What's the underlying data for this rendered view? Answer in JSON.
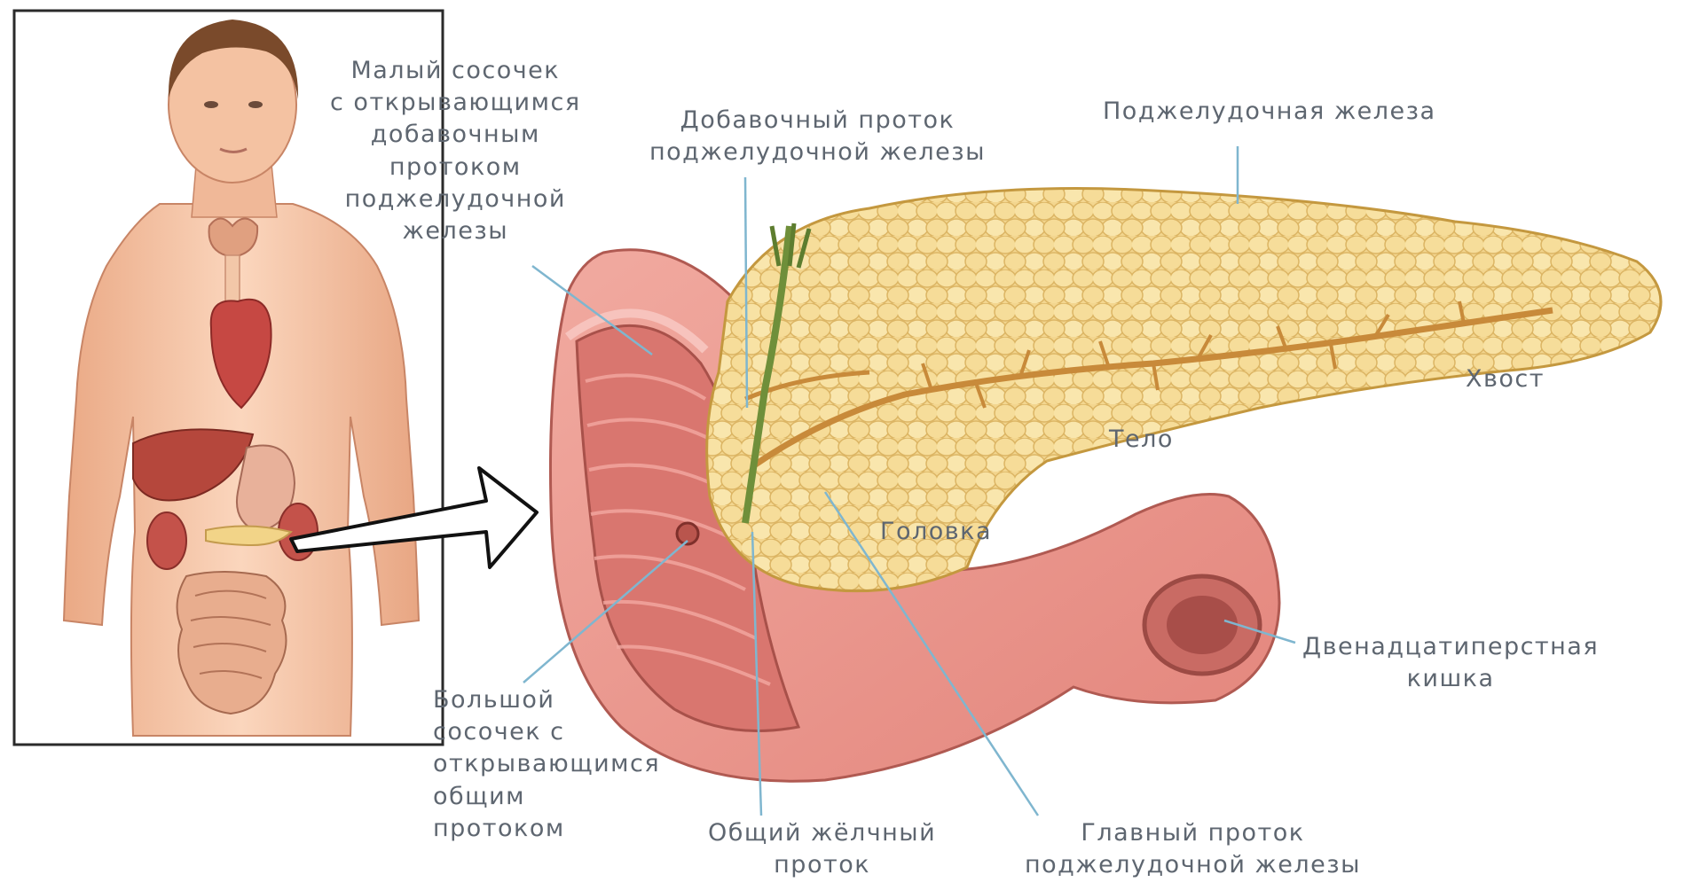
{
  "labels": {
    "minor_papilla": [
      "Малый сосочек",
      "с открывающимся",
      "добавочным",
      "протоком",
      "поджелудочной",
      "железы"
    ],
    "accessory_duct": [
      "Добавочный проток",
      "поджелудочной железы"
    ],
    "pancreas": "Поджелудочная железа",
    "tail": "Хвост",
    "body": "Тело",
    "head": "Головка",
    "duodenum": [
      "Двенадцатиперстная",
      "кишка"
    ],
    "major_papilla": [
      "Большой",
      "сосочек с",
      "открывающимся",
      "общим",
      "протоком"
    ],
    "common_bile_duct": [
      "Общий жёлчный",
      "проток"
    ],
    "main_duct": [
      "Главный проток",
      "поджелудочной железы"
    ]
  },
  "colors": {
    "skin": "#f6c7a8",
    "pancreas": "#f2d488",
    "duodenum": "#e9938a",
    "leader_line": "#7fb6cf",
    "label_text": "#5e6670"
  }
}
